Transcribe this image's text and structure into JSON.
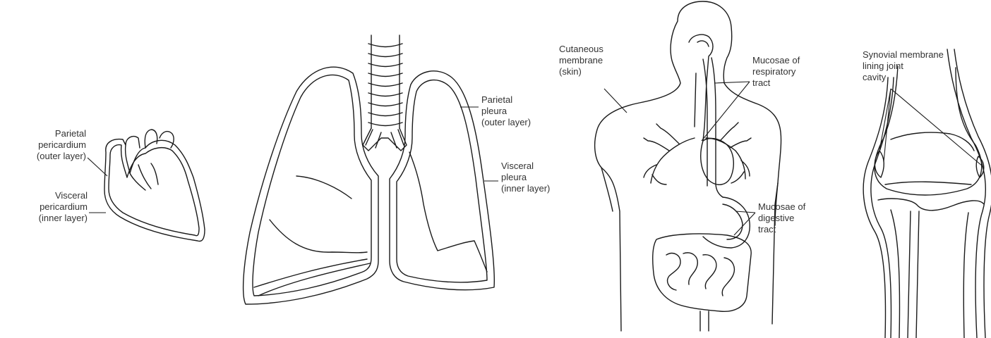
{
  "panels": {
    "heart": {
      "labels": {
        "parietal": [
          "Parietal",
          "pericardium",
          "(outer layer)"
        ],
        "visceral": [
          "Visceral",
          "pericardium",
          "(inner layer)"
        ]
      }
    },
    "lungs": {
      "labels": {
        "parietal": [
          "Parietal",
          "pleura",
          "(outer layer)"
        ],
        "visceral": [
          "Visceral",
          "pleura",
          "(inner layer)"
        ]
      }
    },
    "torso": {
      "labels": {
        "cutaneous": [
          "Cutaneous",
          "membrane",
          "(skin)"
        ],
        "respiratory": [
          "Mucosae of",
          "respiratory",
          "tract"
        ],
        "digestive": [
          "Mucosae of",
          "digestive",
          "tract"
        ]
      }
    },
    "knee": {
      "labels": {
        "synovial": [
          "Synovial membrane",
          "lining joint",
          "cavity"
        ]
      }
    }
  }
}
